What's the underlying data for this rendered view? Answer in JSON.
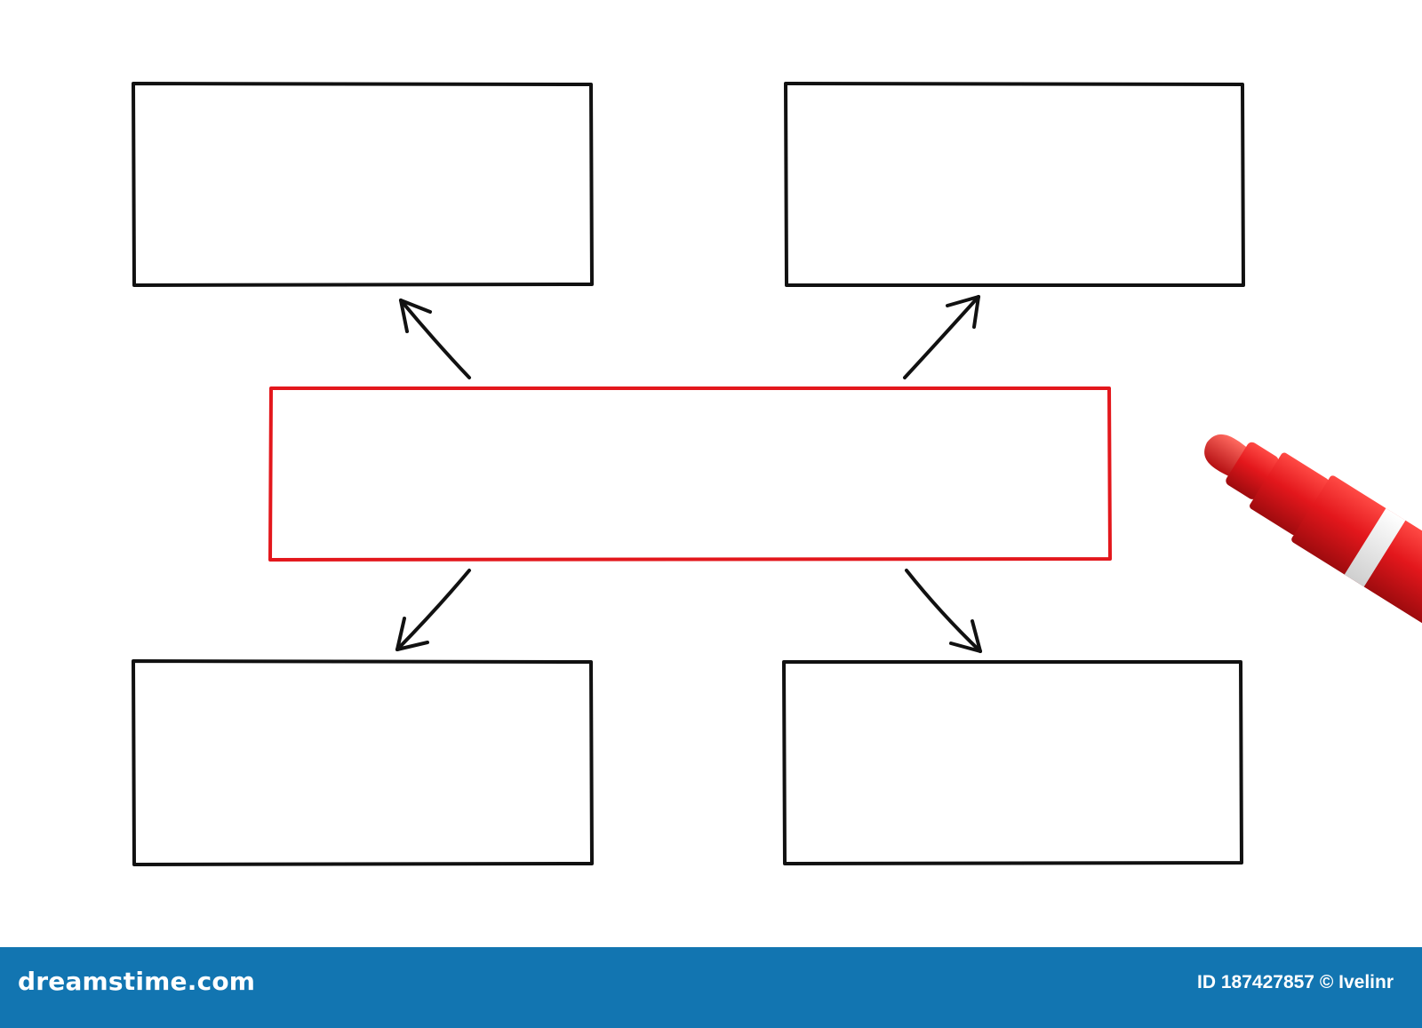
{
  "diagram": {
    "center_box": {
      "color": "#e3171c",
      "label": ""
    },
    "outer_boxes": [
      {
        "id": "top-left",
        "label": ""
      },
      {
        "id": "top-right",
        "label": ""
      },
      {
        "id": "bottom-left",
        "label": ""
      },
      {
        "id": "bottom-right",
        "label": ""
      }
    ],
    "line_color": "#111111",
    "marker": {
      "color": "#e3171c",
      "cap_band_color": "#f0f0f0"
    }
  },
  "watermark": {
    "brand": "dreamstime.com",
    "image_id": "ID 187427857",
    "credit": "© Ivelinr",
    "bar_color": "#1275b1"
  }
}
